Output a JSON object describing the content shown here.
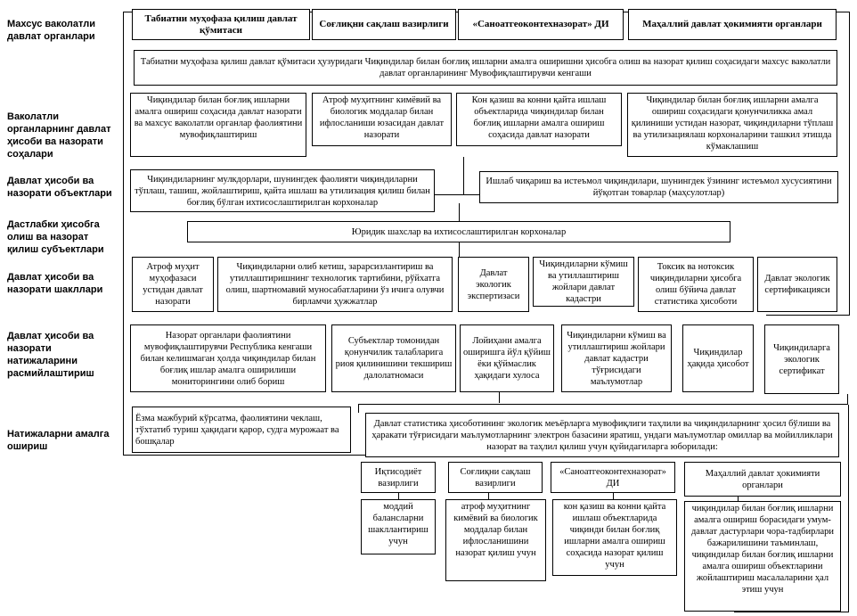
{
  "row_labels": [
    "Махсус ваколатли давлат органлари",
    "Ваколатли органларнинг давлат ҳисоби ва назорати соҳалари",
    "Давлат ҳисоби ва назорати объектлари",
    "Дастлабки ҳисобга олиш ва назорат қилиш субъектлари",
    "Давлат ҳисоби ва назорати шакллари",
    "Давлат ҳисоби ва назорати натижаларини расмийлаштириш",
    "Натижаларни амалга ошириш"
  ],
  "agencies": [
    "Табиатни муҳофаза қилиш давлат қўмитаси",
    "Соғлиқни сақлаш вазирлиги",
    "«Саноатгеоконтехназорат» ДИ",
    "Маҳаллий давлат ҳокимияти органлари"
  ],
  "council": "Табиатни муҳофаза қилиш давлат қўмитаси ҳузуридаги Чиқиндилар билан боғлиқ ишларни амалга оширишни ҳисобга олиш ва назорат қилиш соҳасидаги махсус ваколатли давлат органларининг Мувофиқлаштирувчи кенгаши",
  "spheres": [
    "Чиқиндилар билан боғлиқ ишларни амалга ошириш соҳасида давлат назорати ва махсус ваколатли органлар фаолиятини мувофиқлаштириш",
    "Атроф муҳитнинг кимёвий ва биологик моддалар билан ифлосланиши юзасидан давлат назорати",
    "Кон қазиш ва конни қайта ишлаш объектларида чиқиндилар билан боғлиқ ишларни амалга ошириш соҳасида давлат назорати",
    "Чиқиндилар билан боғлиқ ишларни амалга ошириш соҳасидаги қонунчиликка амал қилиниши устидан назорат, чиқиндиларни тўплаш ва утилизациялаш корхоналарини ташкил этишда кўмаклашиш"
  ],
  "objects": [
    "Чиқиндиларнинг мулкдорлари, шунингдек фаолияти чиқиндиларни тўплаш, ташиш, жойлаштириш, қайта ишлаш ва утилизация қилиш билан боғлиқ бўлган ихтисослаштирилган корхоналар",
    "Ишлаб чиқариш ва истеъмол чиқиндилари, шунингдек ўзининг истеъмол хусусиятини йўқотган товарлар (маҳсулотлар)"
  ],
  "subjects": "Юридик шахслар ва ихтисослаштирилган корхоналар",
  "forms": [
    "Атроф муҳит муҳофазаси устидан давлат назорати",
    "Чиқиндиларни олиб кетиш, зарарсизлантириш ва утиллаштиришнинг технологик тартибини, рўйхатга олиш, шартномавий муносабатларини ўз ичига олувчи бирламчи ҳужжатлар",
    "Давлат экологик экспертизаси",
    "Чиқиндиларни кўмиш ва утиллаштириш жойлари давлат кадастри",
    "Токсик ва нотоксик чиқиндиларни ҳисобга олиш бўйича давлат статистика ҳисоботи",
    "Давлат экологик сертификацияси"
  ],
  "documents": [
    "Назорат органлари фаолиятини мувофиқлаштирувчи Республика кенгаши билан келишмаган ҳолда чиқиндилар билан боғлиқ ишлар амалга оширилиши мониторингини олиб бориш",
    "Субъектлар томонидан қонунчилик талабларига риоя қилинишини текшириш далолатномаси",
    "Лойиҳани амалга оширишга йўл қўйиш ёки қўймаслик ҳақидаги хулоса",
    "Чиқиндиларни кўмиш ва утиллаштириш жойлари давлат кадастри тўғрисидаги маълумотлар",
    "Чиқиндилар ҳақида ҳисобот",
    "Чиқиндиларга экологик сертификат"
  ],
  "enforcement": "Ёзма мажбурий кўрсатма, фаолиятини чеклаш, тўхтатиб туриш ҳақидаги қарор, судга мурожаат ва бошқалар",
  "statistics": "Давлат статистика ҳисоботининг экологик меъёрларга мувофиқлиги таҳлили ва чиқиндиларнинг ҳосил бўлиши ва ҳаракати тўғрисидаги маълумотларнинг электрон базасини яратиш, ундаги маълумотлар омиллар ва мойилликлари назорат ва таҳлил қилиш учун қуйидагиларга юборилади:",
  "recipients": [
    "Иқтисодиёт вазирлиги",
    "Соғлиқни сақлаш вазирлиги",
    "«Саноатгеоконтехназорат» ДИ",
    "Маҳаллий давлат ҳокимияти органлари"
  ],
  "purposes": [
    "моддий балансларни шакллантириш учун",
    "атроф муҳитнинг кимёвий ва биологик моддалар билан ифлосланишини назорат қилиш учун",
    "кон қазиш ва конни қайта ишлаш объектларида чиқинди билан боғлиқ ишларни амалга ошириш соҳасида назорат қилиш учун",
    "чиқиндилар билан боғлиқ ишларни амалга ошириш борасидаги умум-давлат дастурлари чора-тадбирлари бажарилишини таъминлаш, чиқиндилар билан боғлиқ ишларни амалга ошириш объектларини жойлаштириш масалаларини ҳал этиш учун"
  ]
}
